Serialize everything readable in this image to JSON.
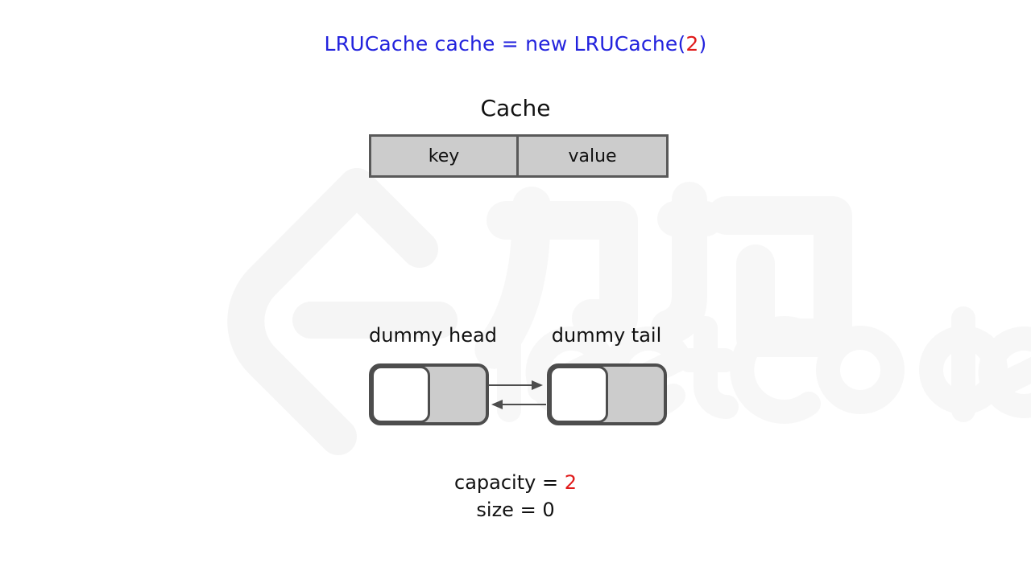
{
  "code_title": {
    "prefix": "LRUCache cache = new LRUCache(",
    "argument": "2",
    "suffix": ")",
    "text_color": "#2222dd",
    "argument_color": "#e01b1b"
  },
  "cache": {
    "title": "Cache",
    "columns": [
      "key",
      "value"
    ],
    "rows": [],
    "border_color": "#595959",
    "fill_color": "#cccccc"
  },
  "linked_list": {
    "nodes": [
      {
        "label": "dummy head",
        "name": "dummy-head"
      },
      {
        "label": "dummy tail",
        "name": "dummy-tail"
      }
    ],
    "node_fill": "#cccccc",
    "node_pointer_fill": "#ffffff",
    "node_border": "#4d4d4d",
    "arrows": [
      {
        "direction": "right",
        "name": "next-pointer-arrow"
      },
      {
        "direction": "left",
        "name": "prev-pointer-arrow"
      }
    ]
  },
  "stats": {
    "capacity_label": "capacity = ",
    "capacity_value": "2",
    "size_label": "size = ",
    "size_value": "0",
    "capacity_value_color": "#e01b1b"
  },
  "watermark": {
    "logo": "leetcode-logo",
    "cjk_text": "力扣",
    "latin_text": "leetcode",
    "color": "#f5f5f5"
  }
}
